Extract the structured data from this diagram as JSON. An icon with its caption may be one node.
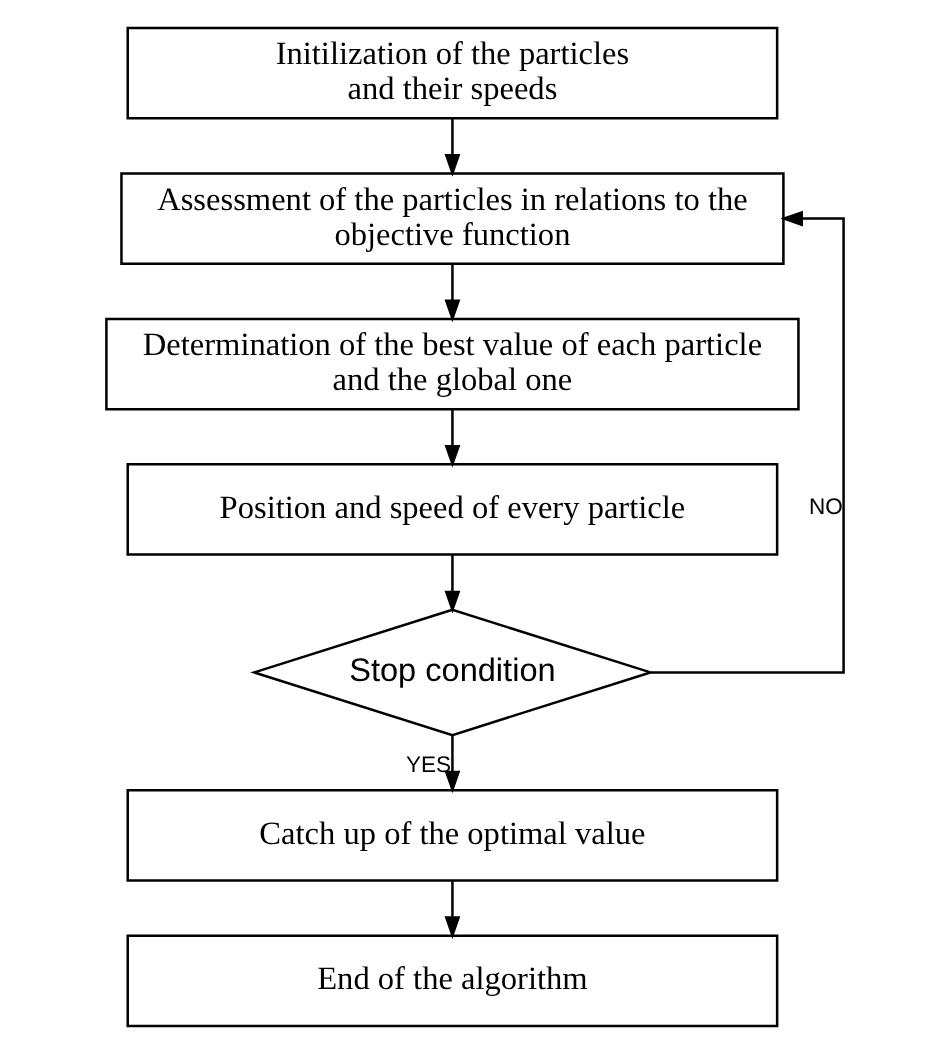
{
  "diagram": {
    "nodes": [
      {
        "text": [
          "Initilization of the particles and their speeds"
        ]
      },
      {
        "text": [
          "Assessment of the particles in relations to the objective function"
        ]
      },
      {
        "text": [
          "Determination of the best value of each particle and the global one"
        ]
      },
      {
        "text": [
          "Position and speed of every particle"
        ]
      },
      {
        "text": [
          "Stop condition"
        ]
      },
      {
        "text": [
          "Catch up of the optimal value"
        ]
      },
      {
        "text": [
          "End of the algorithm"
        ]
      }
    ],
    "edges": [
      {
        "from": 0,
        "to": 1,
        "arrow": "to"
      },
      {
        "from": 1,
        "to": 2,
        "arrow": "to"
      },
      {
        "from": 2,
        "to": 3,
        "arrow": "to"
      },
      {
        "from": 3,
        "to": 4,
        "arrow": "to"
      },
      {
        "from": 4,
        "to": 1,
        "arrow": "to",
        "label": "NO"
      },
      {
        "from": 4,
        "to": 5,
        "arrow": "to",
        "label": "YES"
      },
      {
        "from": 5,
        "to": 6,
        "arrow": "to"
      }
    ]
  }
}
